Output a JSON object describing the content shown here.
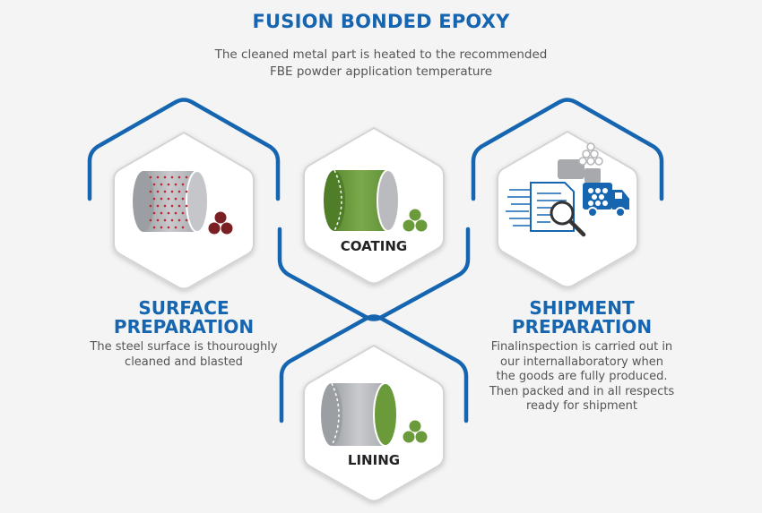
{
  "header": {
    "title": "FUSION BONDED EPOXY",
    "subtitle_lines": [
      "The cleaned metal part is heated to the recommended",
      "FBE powder application temperature"
    ]
  },
  "steps": {
    "surface": {
      "title_lines": [
        "SURFACE",
        "PREPARATION"
      ],
      "text_lines": [
        "The steel surface is thouroughly",
        "cleaned and blasted"
      ]
    },
    "coating": {
      "label": "COATING"
    },
    "lining": {
      "label": "LINING"
    },
    "shipment": {
      "title_lines": [
        "SHIPMENT",
        "PREPARATION"
      ],
      "text_lines": [
        "Finalinspection is carried out in",
        "our internallaboratory when",
        "the goods are fully produced.",
        "Then packed and in all respects",
        "ready for shipment"
      ]
    }
  },
  "colors": {
    "brand_blue": "#1565b0",
    "epoxy_green": "#6a9a3a",
    "dots_dark_red": "#7a1f22",
    "steel_grey": "#b5b7ba",
    "text_grey": "#555555"
  },
  "icons": {
    "surface": "blasted-pipe-icon",
    "coating": "coated-pipe-icon",
    "lining": "lined-pipe-icon",
    "shipment": "inspection-truck-icon"
  }
}
